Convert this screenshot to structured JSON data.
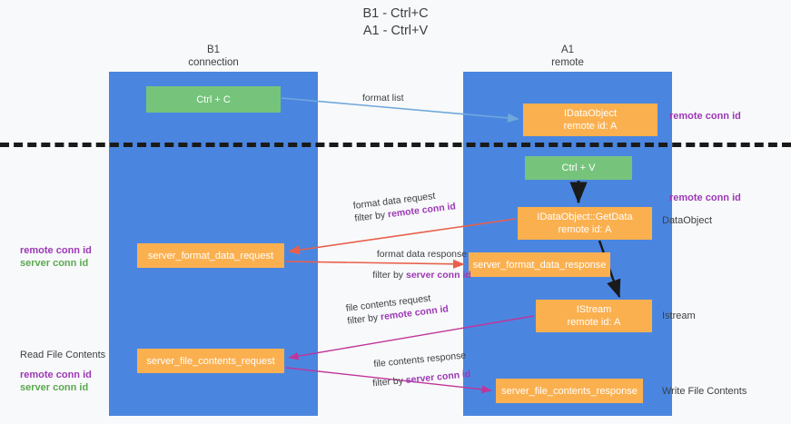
{
  "title": {
    "line1": "B1 - Ctrl+C",
    "line2": "A1 - Ctrl+V"
  },
  "lanes": [
    {
      "id": "b1",
      "name": "B1",
      "subtitle": "connection",
      "color": "#4a86e0"
    },
    {
      "id": "a1",
      "name": "A1",
      "subtitle": "remote",
      "color": "#4a86e0"
    }
  ],
  "colors": {
    "lane": "#4a86e0",
    "green_node": "#76c47c",
    "orange_node": "#fbb04f",
    "purple_text": "#9c38b5",
    "green_text": "#5aa84f",
    "blue_arrow": "#6fa8dc",
    "red_arrow": "#e8604c",
    "magenta_arrow": "#c0359a",
    "black_arrow": "#1a1a1a",
    "background": "#f8f9fa"
  },
  "nodes": {
    "ctrl_c": {
      "label": "Ctrl + C",
      "sub": ""
    },
    "idataobject": {
      "label": "IDataObject",
      "sub": "remote id: A"
    },
    "ctrl_v": {
      "label": "Ctrl + V",
      "sub": ""
    },
    "getdata": {
      "label": "IDataObject::GetData",
      "sub": "remote id: A"
    },
    "server_format_data_request": {
      "label": "server_format_data_request",
      "sub": ""
    },
    "server_format_data_response": {
      "label": "server_format_data_response",
      "sub": ""
    },
    "istream": {
      "label": "IStream",
      "sub": "remote id: A"
    },
    "server_file_contents_request": {
      "label": "server_file_contents_request",
      "sub": ""
    },
    "server_file_contents_response": {
      "label": "server_file_contents_response",
      "sub": ""
    }
  },
  "edge_labels": {
    "format_list": "format list",
    "format_data_request": "format data request",
    "format_data_request_filter_prefix": "filter by ",
    "format_data_request_filter_key": "remote conn id",
    "format_data_response": "format data response",
    "format_data_response_filter_prefix": "filter by ",
    "format_data_response_filter_key": "server conn id",
    "file_contents_request": "file contents request",
    "file_contents_request_filter_prefix": "filter by ",
    "file_contents_request_filter_key": "remote conn id",
    "file_contents_response": "file contents response",
    "file_contents_response_filter_prefix": "filter by ",
    "file_contents_response_filter_key": "server conn id"
  },
  "side_labels": {
    "right_remote_conn_id_top": "remote conn id",
    "right_remote_conn_id_mid": "remote conn id",
    "right_dataobject": "DataObject",
    "right_istream": "Istream",
    "right_write_file_contents": "Write File Contents",
    "left_read_file_contents": "Read File Contents",
    "left_remote_conn_id_a": "remote conn id",
    "left_server_conn_id_a": "server conn id",
    "left_remote_conn_id_b": "remote conn id",
    "left_server_conn_id_b": "server conn id"
  }
}
